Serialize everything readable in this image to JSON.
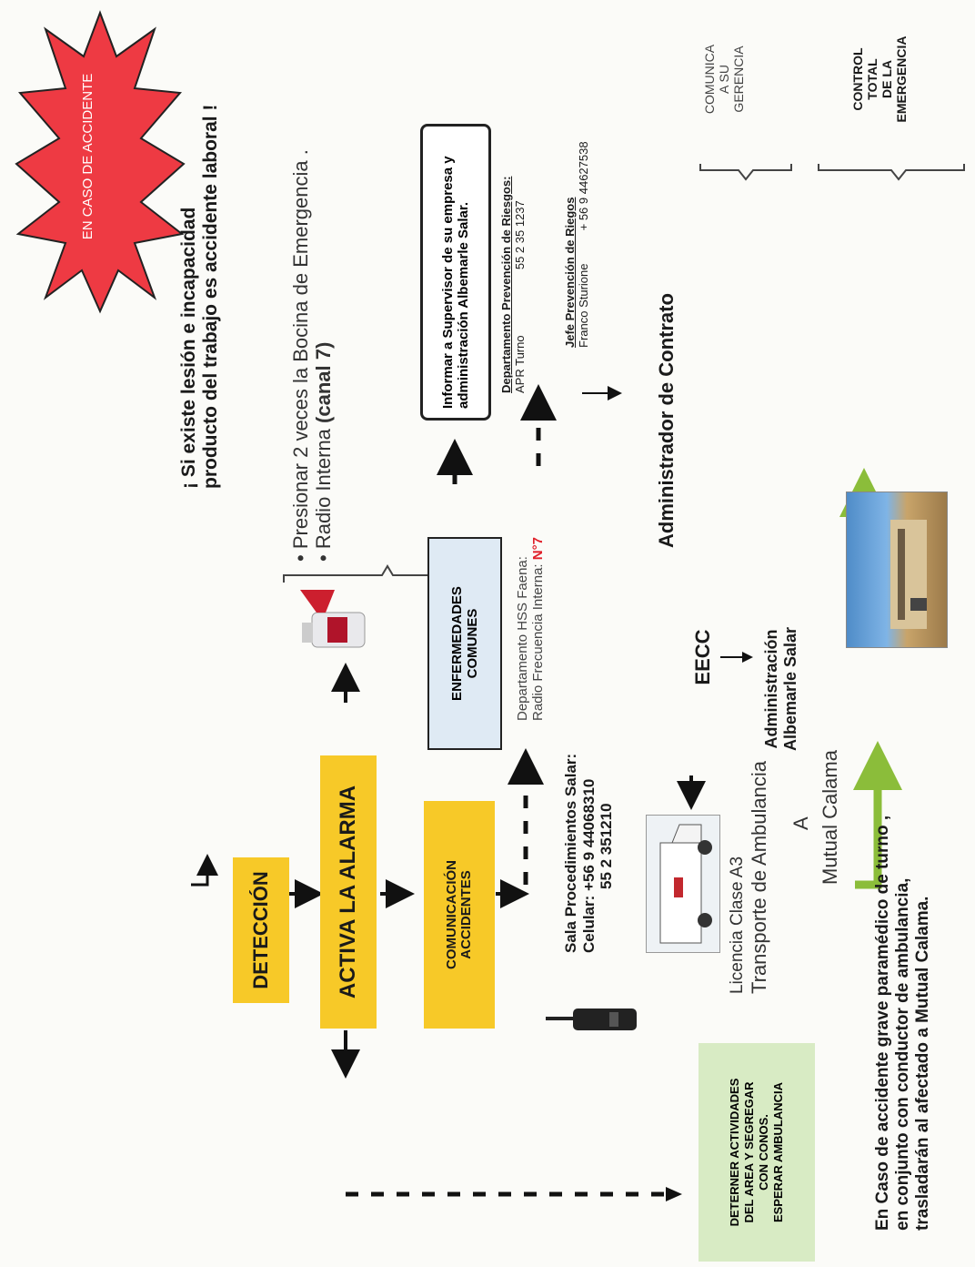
{
  "starburst": {
    "label": "EN CASO DE ACCIDENTE",
    "color": "#ee3a43"
  },
  "lesion_note": {
    "line1": "¡ Si existe lesión e incapacidad",
    "line2": "producto del trabajo es accidente laboral !"
  },
  "boxes": {
    "deteccion": "DETECCIÓN",
    "alarma": "ACTIVA LA ALARMA",
    "comunicacion_1": "COMUNICACIÓN",
    "comunicacion_2": "ACCIDENTES",
    "enfermedades_1": "ENFERMEDADES",
    "enfermedades_2": "COMUNES",
    "informar_1": "Informar a Supervisor de su empresa y",
    "informar_2": "administración Albemarle Salar.",
    "detener_1": "DETERNER  ACTIVIDADES",
    "detener_2": "DEL AREA Y SEGREGAR",
    "detener_3": "CON CONOS.",
    "detener_4": "ESPERAR AMBULANCIA"
  },
  "alarm_steps": {
    "item1": "Presionar 2 veces la Bocina  de Emergencia .",
    "item2_a": "Radio Interna",
    "item2_b": "(canal 7)",
    "bullet": "•"
  },
  "hss": {
    "line1": "Departamento HSS Faena:",
    "line2_a": "Radio Frecuencia Interna:",
    "line2_b": "N°7"
  },
  "riesgos": {
    "dept_title": "Departamento  Prevención  de Riesgos:",
    "apr_label": "APR Turno",
    "apr_phone": "55 2 35 1237",
    "jefe_title": "Jefe Prevención  de Riegos",
    "jefe_name": "Franco Sturione",
    "jefe_phone": "+ 56 9 44627538"
  },
  "sala": {
    "title": "Sala Procedimientos Salar:",
    "celular": "Celular:  +56 9 44068310",
    "fijo": "55  2  351210"
  },
  "ambulancia": {
    "licencia": "Licencia Clase A3",
    "transporte": "Transporte de Ambulancia",
    "a": "A",
    "destino": "Mutual Calama"
  },
  "admin": {
    "contrato_1": "Administrador de Contrato",
    "contrato_2": "EECC",
    "albemarle_1": "Administración",
    "albemarle_2": "Albemarle Salar"
  },
  "brackets": {
    "gerencia_1": "COMUNICA",
    "gerencia_2": "A SU",
    "gerencia_3": "GERENCIA",
    "control_1": "CONTROL",
    "control_2": "TOTAL",
    "control_3": "DE LA",
    "control_4": "EMERGENCIA"
  },
  "grave": {
    "line1": "En Caso de  accidente grave  paramédico de turno ,",
    "line2": "en conjunto con conductor de ambulancia,",
    "line3": "trasladarán al afectado a Mutual Calama."
  },
  "colors": {
    "yellow": "#f7c928",
    "light_blue": "#dfeaf4",
    "light_green": "#d8ebc4",
    "arrow_green": "#8bbd3a",
    "red": "#ee3a43"
  }
}
